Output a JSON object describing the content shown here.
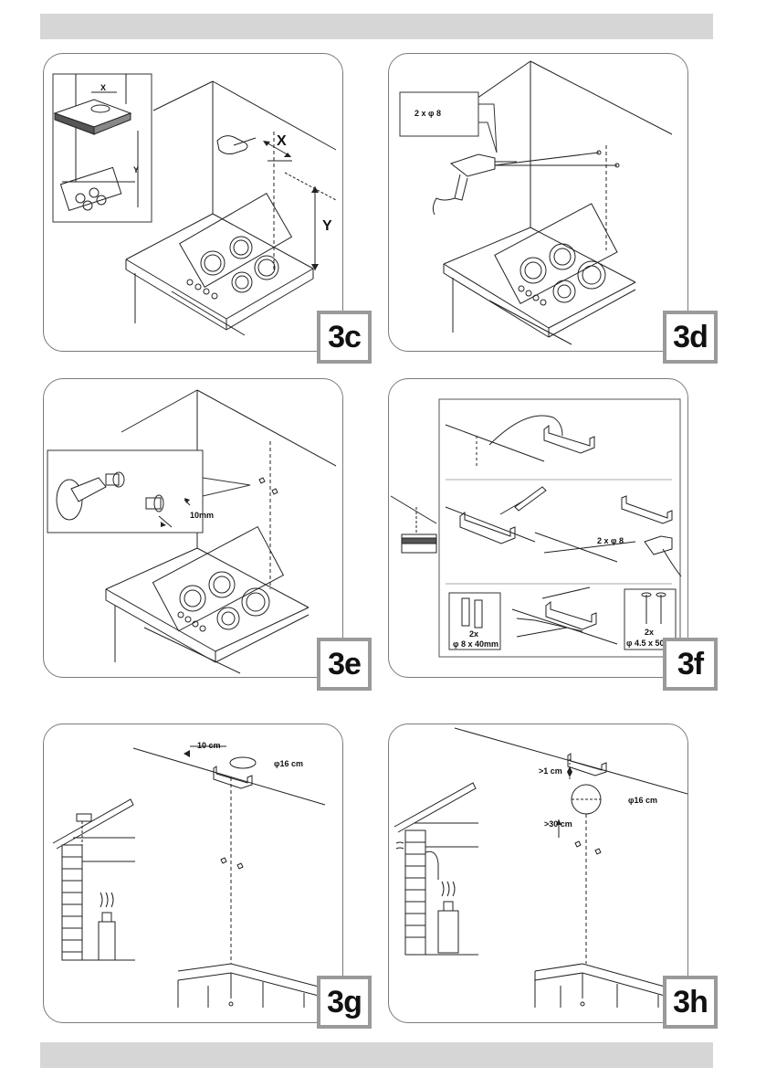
{
  "panels": {
    "p3c": {
      "tag": "3c",
      "x_small": "X",
      "y_small": "Y",
      "x_big": "X",
      "y_big": "Y"
    },
    "p3d": {
      "tag": "3d",
      "callout": "2 x φ 8"
    },
    "p3e": {
      "tag": "3e",
      "dim": "10mm"
    },
    "p3f": {
      "tag": "3f",
      "drill": "2 x φ 8",
      "plug_count": "2x",
      "plug_size": "φ 8 x 40mm",
      "screw_count": "2x",
      "screw_size": "φ 4.5 x 50mm"
    },
    "p3g": {
      "tag": "3g",
      "offset": "10 cm",
      "diameter": "φ16 cm"
    },
    "p3h": {
      "tag": "3h",
      "gap_top": ">1 cm",
      "gap_bottom": ">30 cm",
      "diameter": "φ16 cm"
    }
  }
}
